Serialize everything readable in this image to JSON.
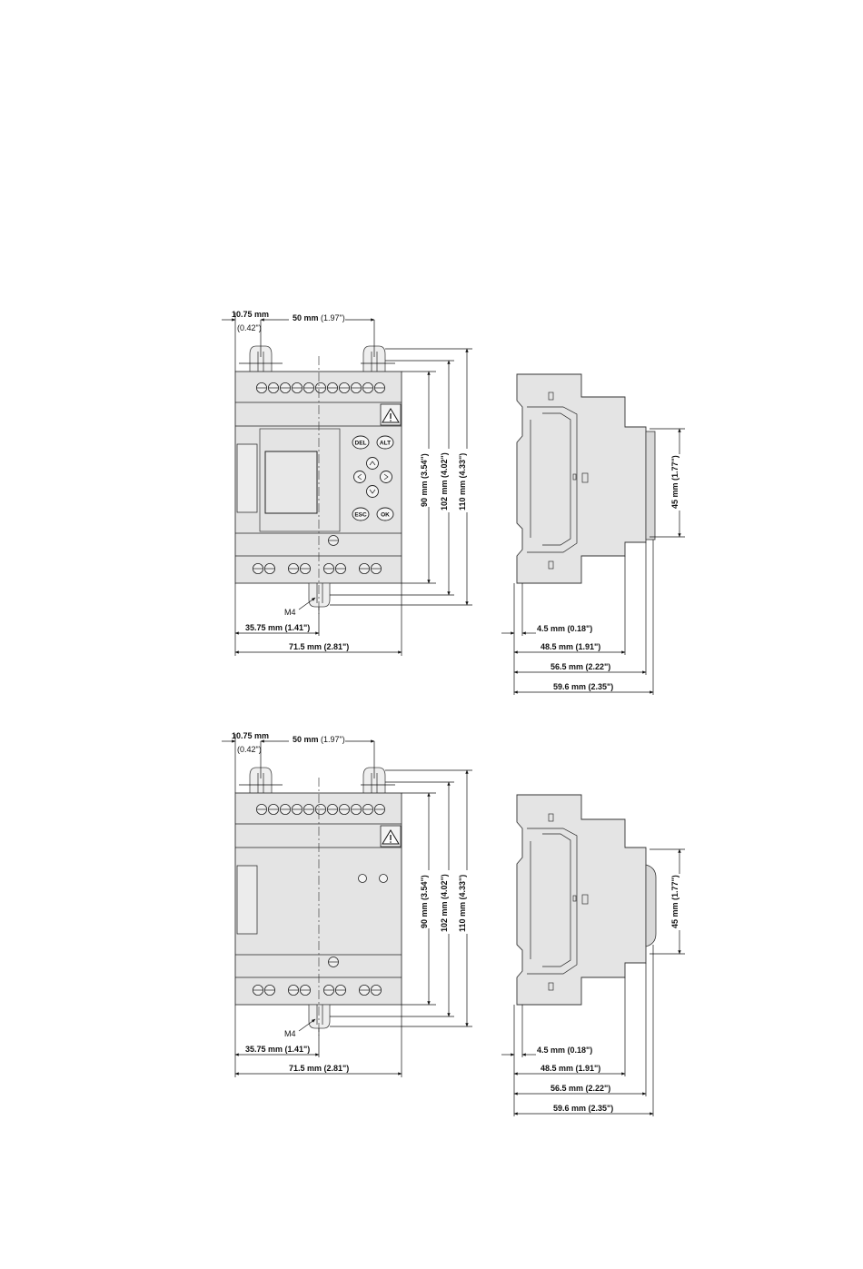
{
  "figures": [
    {
      "variant": "with display and keypad",
      "front": {
        "dim_left_offset_mm": "10.75 mm",
        "dim_left_offset_in": "(0.42\")",
        "dim_hole_spacing_mm": "50 mm",
        "dim_hole_spacing_in": "(1.97\")",
        "dim_h90": "90 mm (3.54\")",
        "dim_h102": "102 mm (4.02\")",
        "dim_h110": "110 mm (4.33\")",
        "screw_label": "M4",
        "dim_half_width": "35.75 mm (1.41\")",
        "dim_width": "71.5 mm (2.81\")",
        "keys": [
          "DEL",
          "ALT",
          "ESC",
          "OK"
        ],
        "has_display": true
      },
      "side": {
        "dim_h45": "45 mm (1.77\")",
        "dim_d1": "4.5 mm (0.18\")",
        "dim_d2": "48.5 mm (1.91\")",
        "dim_d3": "56.5 mm (2.22\")",
        "dim_d4": "59.6 mm (2.35\")"
      }
    },
    {
      "variant": "blind (no display)",
      "front": {
        "dim_left_offset_mm": "10.75 mm",
        "dim_left_offset_in": "(0.42\")",
        "dim_hole_spacing_mm": "50 mm",
        "dim_hole_spacing_in": "(1.97\")",
        "dim_h90": "90 mm (3.54\")",
        "dim_h102": "102 mm (4.02\")",
        "dim_h110": "110 mm (4.33\")",
        "screw_label": "M4",
        "dim_half_width": "35.75 mm (1.41\")",
        "dim_width": "71.5 mm (2.81\")",
        "has_display": false
      },
      "side": {
        "dim_h45": "45 mm (1.77\")",
        "dim_d1": "4.5 mm (0.18\")",
        "dim_d2": "48.5 mm (1.91\")",
        "dim_d3": "56.5 mm (2.22\")",
        "dim_d4": "59.6 mm (2.35\")"
      }
    }
  ]
}
